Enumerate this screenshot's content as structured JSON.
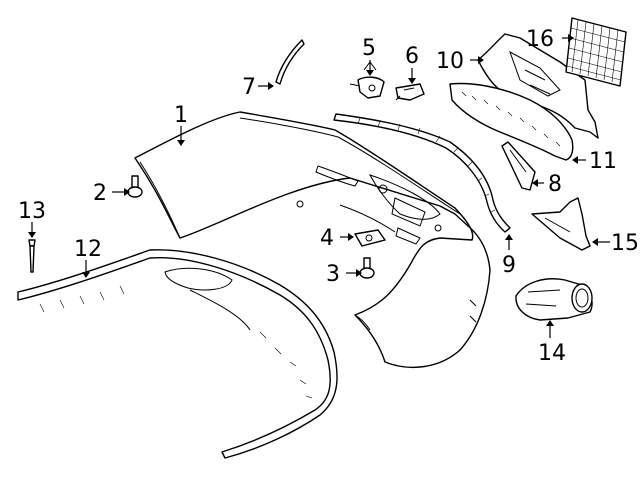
{
  "diagram": {
    "callouts": {
      "c1": "1",
      "c2": "2",
      "c3": "3",
      "c4": "4",
      "c5": "5",
      "c6": "6",
      "c7": "7",
      "c8": "8",
      "c9": "9",
      "c10": "10",
      "c11": "11",
      "c12": "12",
      "c13": "13",
      "c14": "14",
      "c15": "15",
      "c16": "16"
    },
    "colors": {
      "line": "#000000",
      "background": "#ffffff"
    }
  }
}
